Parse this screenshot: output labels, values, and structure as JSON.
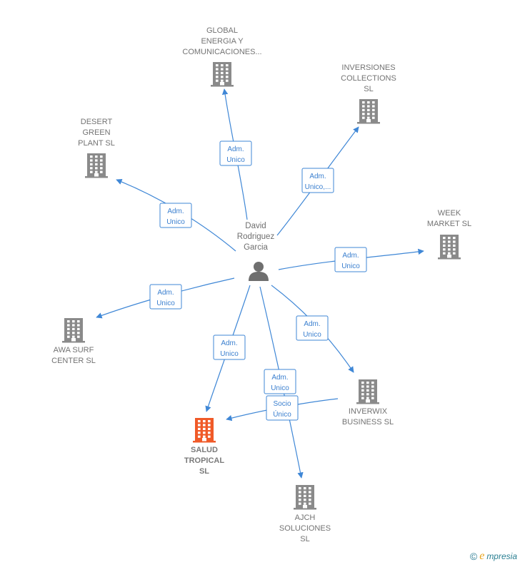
{
  "colors": {
    "edge": "#3f87d6",
    "company": "#8a8a8a",
    "company_highlight": "#f05a28",
    "person": "#6f6f6f"
  },
  "center": {
    "id": "david",
    "label_lines": [
      "David",
      "Rodriguez",
      "Garcia"
    ],
    "icon": "person-icon"
  },
  "nodes": [
    {
      "id": "global",
      "label_lines": [
        "GLOBAL",
        "ENERGIA Y",
        "COMUNICACIONES..."
      ],
      "icon": "building-icon",
      "highlight": false
    },
    {
      "id": "inversiones",
      "label_lines": [
        "INVERSIONES",
        "COLLECTIONS",
        "SL"
      ],
      "icon": "building-icon",
      "highlight": false
    },
    {
      "id": "desert",
      "label_lines": [
        "DESERT",
        "GREEN",
        "PLANT  SL"
      ],
      "icon": "building-icon",
      "highlight": false
    },
    {
      "id": "week",
      "label_lines": [
        "WEEK",
        "MARKET  SL"
      ],
      "icon": "building-icon",
      "highlight": false
    },
    {
      "id": "awa",
      "label_lines": [
        "AWA SURF",
        "CENTER  SL"
      ],
      "icon": "building-icon",
      "highlight": false
    },
    {
      "id": "inverwix",
      "label_lines": [
        "INVERWIX",
        "BUSINESS  SL"
      ],
      "icon": "building-icon",
      "highlight": false
    },
    {
      "id": "salud",
      "label_lines": [
        "SALUD",
        "TROPICAL",
        "SL"
      ],
      "icon": "building-icon",
      "highlight": true
    },
    {
      "id": "ajch",
      "label_lines": [
        "AJCH",
        "SOLUCIONES",
        "SL"
      ],
      "icon": "building-icon",
      "highlight": false
    }
  ],
  "edges": [
    {
      "from": "david",
      "to": "global",
      "label_lines": [
        "Adm.",
        "Unico"
      ]
    },
    {
      "from": "david",
      "to": "inversiones",
      "label_lines": [
        "Adm.",
        "Unico,..."
      ]
    },
    {
      "from": "david",
      "to": "desert",
      "label_lines": [
        "Adm.",
        "Unico"
      ]
    },
    {
      "from": "david",
      "to": "week",
      "label_lines": [
        "Adm.",
        "Unico"
      ]
    },
    {
      "from": "david",
      "to": "awa",
      "label_lines": [
        "Adm.",
        "Unico"
      ]
    },
    {
      "from": "david",
      "to": "inverwix",
      "label_lines": [
        "Adm.",
        "Unico"
      ]
    },
    {
      "from": "david",
      "to": "salud",
      "label_lines": [
        "Adm.",
        "Unico"
      ]
    },
    {
      "from": "david",
      "to": "ajch",
      "label_lines": [
        "Adm.",
        "Unico"
      ]
    },
    {
      "from": "inverwix",
      "to": "salud",
      "label_lines": [
        "Socio",
        "Único"
      ]
    }
  ],
  "footer": {
    "copyright": "©",
    "brand_initial": "e",
    "brand_rest": "mpresia"
  }
}
